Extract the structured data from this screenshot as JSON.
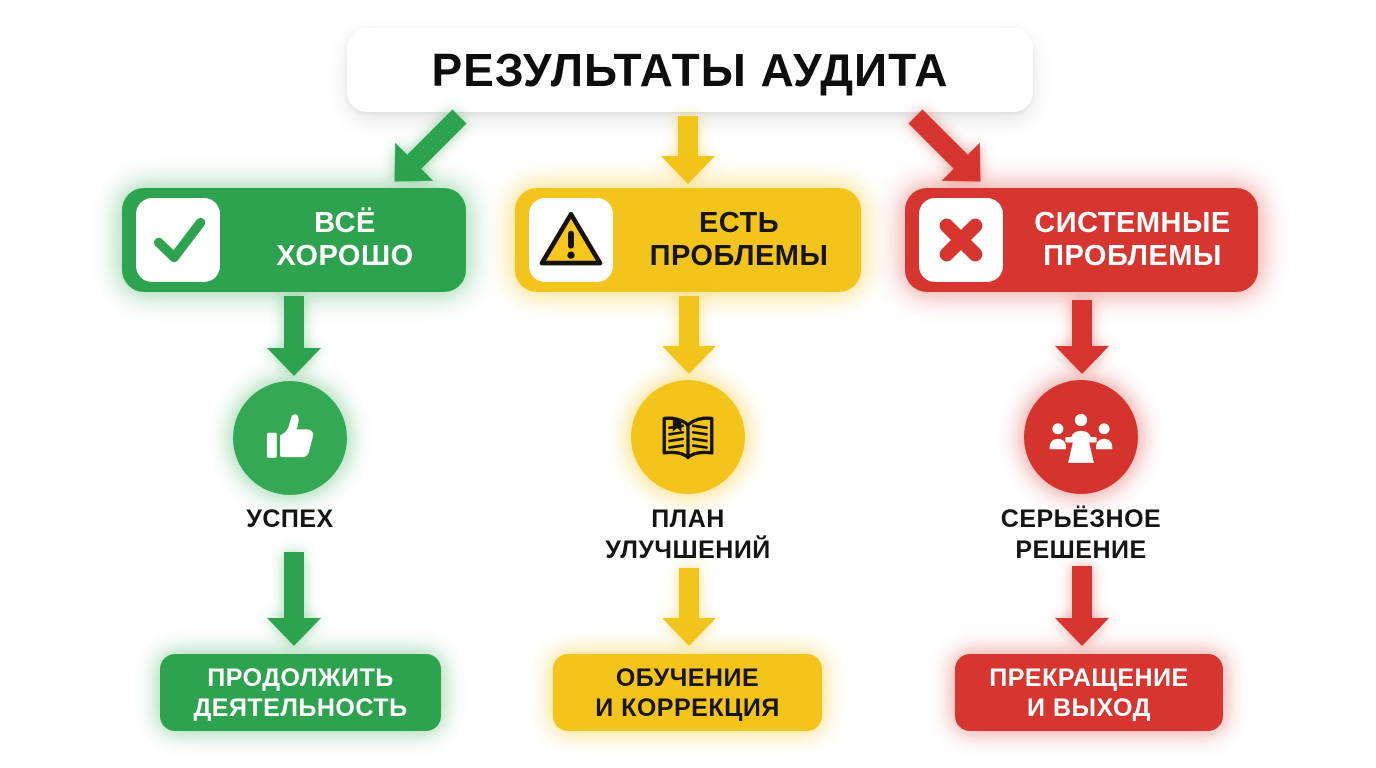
{
  "title": "РЕЗУЛЬТАТЫ АУДИТА",
  "palette": {
    "green": "#2ea34f",
    "yellow": "#f2c41c",
    "red": "#d7352f",
    "ink": "#141414",
    "white": "#ffffff"
  },
  "columns": [
    {
      "name": "green-branch",
      "color": "#2ea34f",
      "status_icon": "checkmark-icon",
      "status_label": "ВСЁ\nХОРОШО",
      "step_icon": "thumbs-up-icon",
      "step_label": "УСПЕХ",
      "outcome_label": "ПРОДОЛЖИТЬ\nДЕЯТЕЛЬНОСТЬ"
    },
    {
      "name": "yellow-branch",
      "color": "#f2c41c",
      "status_icon": "warning-icon",
      "status_label": "ЕСТЬ\nПРОБЛЕМЫ",
      "step_icon": "open-book-icon",
      "step_label": "ПЛАН\nУЛУЧШЕНИЙ",
      "outcome_label": "ОБУЧЕНИЕ\nИ КОРРЕКЦИЯ"
    },
    {
      "name": "red-branch",
      "color": "#d7352f",
      "status_icon": "x-mark-icon",
      "status_label": "СИСТЕМНЫЕ\nПРОБЛЕМЫ",
      "step_icon": "meeting-icon",
      "step_label": "СЕРЬЁЗНОЕ\nРЕШЕНИЕ",
      "outcome_label": "ПРЕКРАЩЕНИЕ\nИ ВЫХОД"
    }
  ]
}
